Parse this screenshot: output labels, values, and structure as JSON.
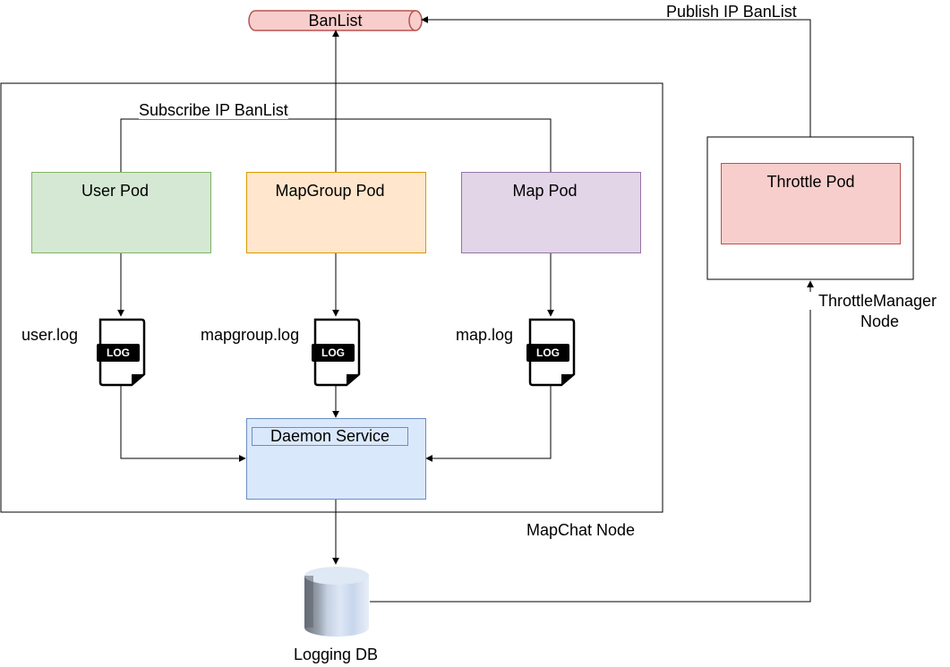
{
  "banlist": {
    "label": "BanList"
  },
  "edges": {
    "publish_label": "Publish IP BanList",
    "subscribe_label": "Subscribe IP BanList"
  },
  "mapchat_node": {
    "label": "MapChat Node"
  },
  "throttle_node": {
    "label_line1": "ThrottleManager",
    "label_line2": "Node",
    "pod_label": "Throttle Pod"
  },
  "pods": {
    "user": "User Pod",
    "mapgroup": "MapGroup Pod",
    "map": "Map Pod"
  },
  "logs": {
    "user": "user.log",
    "mapgroup": "mapgroup.log",
    "map": "map.log",
    "badge": "LOG"
  },
  "daemon": {
    "label": "Daemon Service"
  },
  "db": {
    "label": "Logging DB"
  },
  "colors": {
    "user_pod_fill": "#d5e8d4",
    "user_pod_stroke": "#82b366",
    "mapgroup_pod_fill": "#ffe6cc",
    "mapgroup_pod_stroke": "#d79b00",
    "map_pod_fill": "#e1d5e7",
    "map_pod_stroke": "#9673a6",
    "throttle_pod_fill": "#f8cecc",
    "throttle_pod_stroke": "#b85450",
    "daemon_fill": "#dae8fc",
    "daemon_stroke": "#6c8ebf"
  }
}
